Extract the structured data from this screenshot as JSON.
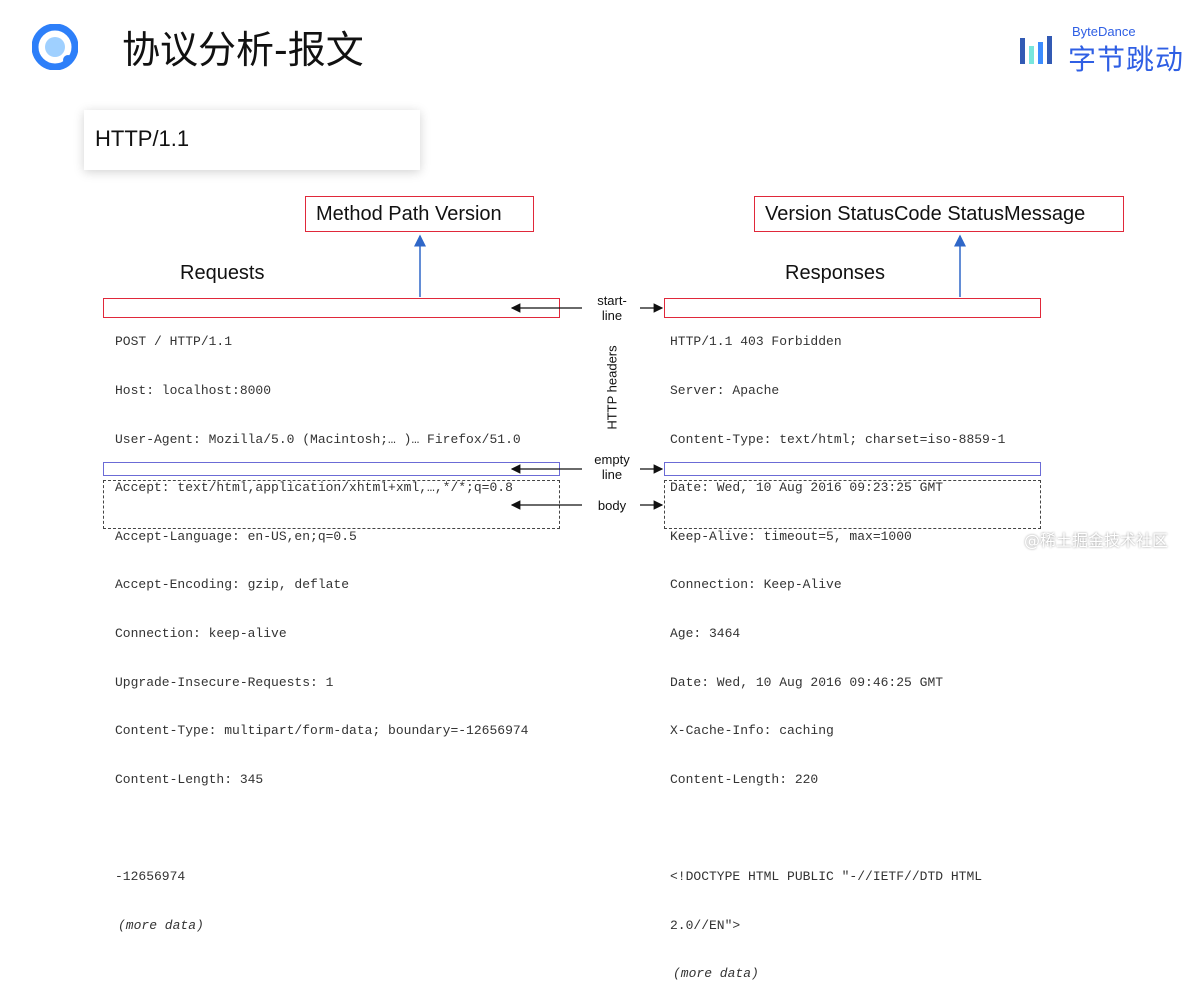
{
  "header": {
    "title": "协议分析-报文",
    "logo_icon": "app-logo-icon",
    "brand_en": "ByteDance",
    "brand_cn": "字节跳动"
  },
  "http_version_card": "HTTP/1.1",
  "request_format_label": "Method Path Version",
  "response_format_label": "Version StatusCode StatusMessage",
  "requests": {
    "title": "Requests",
    "start_line": "POST / HTTP/1.1",
    "headers": [
      "Host: localhost:8000",
      "User-Agent: Mozilla/5.0 (Macintosh;… )… Firefox/51.0",
      "Accept: text/html,application/xhtml+xml,…,*/*;q=0.8",
      "Accept-Language: en-US,en;q=0.5",
      "Accept-Encoding: gzip, deflate",
      "Connection: keep-alive",
      "Upgrade-Insecure-Requests: 1",
      "Content-Type: multipart/form-data; boundary=-12656974",
      "Content-Length: 345"
    ],
    "body": [
      "-12656974",
      "(more data)"
    ]
  },
  "responses": {
    "title": "Responses",
    "start_line": "HTTP/1.1 403 Forbidden",
    "headers": [
      "Server: Apache",
      "Content-Type: text/html; charset=iso-8859-1",
      "Date: Wed, 10 Aug 2016 09:23:25 GMT",
      "Keep-Alive: timeout=5, max=1000",
      "Connection: Keep-Alive",
      "Age: 3464",
      "Date: Wed, 10 Aug 2016 09:46:25 GMT",
      "X-Cache-Info: caching",
      "Content-Length: 220"
    ],
    "body": [
      "<!DOCTYPE HTML PUBLIC \"-//IETF//DTD HTML",
      "2.0//EN\">",
      "(more data)"
    ]
  },
  "middle_labels": {
    "start_line": [
      "start-",
      "line"
    ],
    "http_headers": "HTTP headers",
    "empty_line": [
      "empty",
      "line"
    ],
    "body": "body"
  },
  "watermark": "@稀土掘金技术社区",
  "colors": {
    "accent_blue": "#2f5fe4",
    "box_red": "#e0283a",
    "empty_line_purple": "#6b6bd6",
    "arrow_blue": "#2f67c8"
  }
}
